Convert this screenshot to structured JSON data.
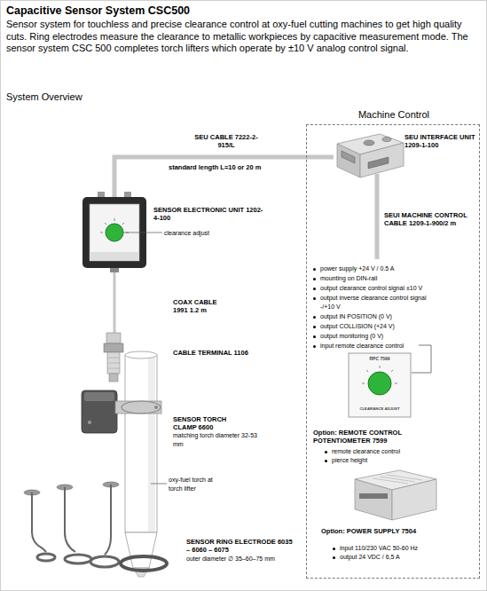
{
  "diagram": {
    "title": "Capacitive Sensor System CSC500",
    "caption": "Sensor system for touchless and precise clearance control at oxy-fuel cutting machines to get high quality cuts. Ring electrodes measure the clearance to metallic workpieces by capacitive measurement mode. The sensor system CSC 500 completes torch lifters which operate by ±10 V analog control signal.",
    "nodes": [
      {
        "text": [
          "Machine Control"
        ]
      },
      {
        "text": [
          "SEU INTERFACE UNIT 1209-1-100"
        ],
        "in": 0
      },
      {
        "text": [
          "SENSOR ELECTRONIC UNIT 1202-4-100"
        ]
      },
      {
        "text": [
          "CABLE TERMINAL 1106"
        ]
      },
      {
        "text": [
          "SENSOR TORCH CLAMP 6600",
          "matching torch diameter 32-53 mm"
        ]
      },
      {
        "text": [
          "SENSOR RING ELECTRODE 6035 – 6060 – 6075",
          "outer diameter ∅ 35–60–75 mm"
        ]
      },
      {
        "text": [
          "Option: REMOTE CONTROL POTENTIOMETER 7599",
          "remote clearance control",
          "pierce height"
        ],
        "in": 0
      },
      {
        "text": [
          "Option: POWER SUPPLY 7504",
          "input 110/230 VAC 50-60 Hz",
          "output 24 VDC / 6,5 A"
        ],
        "in": 0
      }
    ],
    "edges": [
      {
        "from": 2,
        "to": 1,
        "label": "SEU CABLE 7222-2-915/L",
        "arrow": "none"
      },
      {
        "from": 2,
        "to": 3,
        "label": "COAX CABLE 1991 1.2 m",
        "arrow": "none"
      },
      {
        "from": 3,
        "to": 4,
        "arrow": "none"
      }
    ],
    "labels": [
      "System Overview",
      "clearance adjust",
      "standard length L=10 or 20 m",
      "SEUI MACHINE CONTROL CABLE 1209-1-900/2 m",
      "power supply +24 V / 0.5 A",
      "mounting on DIN-rail",
      "output clearance control signal ±10 V",
      "output inverse clearance control signal -/+10 V",
      "output IN POSITION (0 V)",
      "output COLLISION (+24 V)",
      "output monitoring (0 V)",
      "input remote clearance control",
      "oxy-fuel torch at torch lifter",
      "RPC 7599",
      "CLEARANCE ADJUST"
    ]
  }
}
